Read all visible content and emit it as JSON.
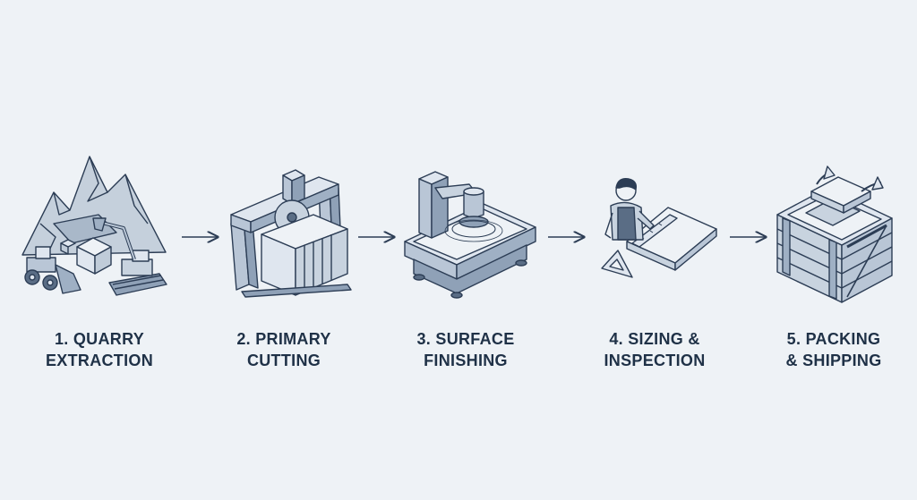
{
  "steps": [
    {
      "line1": "1. QUARRY",
      "line2": "EXTRACTION",
      "icon": "quarry-mountain-excavator-icon"
    },
    {
      "line1": "2. PRIMARY",
      "line2": "CUTTING",
      "icon": "gantry-saw-icon"
    },
    {
      "line1": "3. SURFACE",
      "line2": "FINISHING",
      "icon": "polishing-machine-icon"
    },
    {
      "line1": "4. SIZING &",
      "line2": "INSPECTION",
      "icon": "worker-measuring-slab-icon"
    },
    {
      "line1": "5. PACKING",
      "line2": "& SHIPPING",
      "icon": "wooden-crate-icon"
    }
  ],
  "colors": {
    "background": "#eef2f6",
    "outline": "#2c3d55",
    "fill_light": "#dfe6ef",
    "fill_mid": "#b9c6d6",
    "fill_dark": "#8fa1b7",
    "text": "#1f3147"
  }
}
